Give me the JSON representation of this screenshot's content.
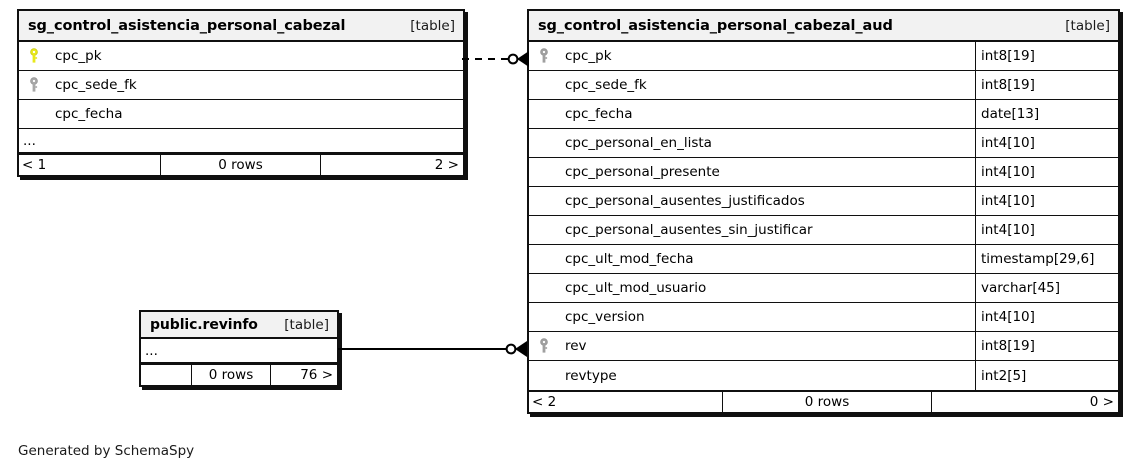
{
  "diagram": {
    "generator_note": "Generated by SchemaSpy",
    "table_tag": "[table]",
    "ellipsis": "...",
    "colors": {
      "primary_key": "#e8e81c",
      "foreign_key": "#a0a0a0",
      "border": "#101010",
      "header_bg": "#f2f2f2",
      "canvas": "#ffffff"
    }
  },
  "tables": {
    "cabezal": {
      "name": "sg_control_asistencia_personal_cabezal",
      "tag": "[table]",
      "columns": [
        {
          "key_icon": "primary-key-icon",
          "name": "cpc_pk",
          "type": ""
        },
        {
          "key_icon": "foreign-key-icon",
          "name": "cpc_sede_fk",
          "type": ""
        },
        {
          "key_icon": "none",
          "name": "cpc_fecha",
          "type": ""
        }
      ],
      "has_ellipsis_row": true,
      "ellipsis": "...",
      "footer": {
        "prev": "< 1",
        "rows": "0 rows",
        "next": "2 >"
      }
    },
    "revinfo": {
      "name": "public.revinfo",
      "tag": "[table]",
      "columns": [],
      "has_ellipsis_row": true,
      "ellipsis": "...",
      "footer": {
        "prev": "",
        "rows": "0 rows",
        "next": "76 >"
      }
    },
    "aud": {
      "name": "sg_control_asistencia_personal_cabezal_aud",
      "tag": "[table]",
      "columns": [
        {
          "key_icon": "foreign-key-icon",
          "name": "cpc_pk",
          "type": "int8[19]"
        },
        {
          "key_icon": "none",
          "name": "cpc_sede_fk",
          "type": "int8[19]"
        },
        {
          "key_icon": "none",
          "name": "cpc_fecha",
          "type": "date[13]"
        },
        {
          "key_icon": "none",
          "name": "cpc_personal_en_lista",
          "type": "int4[10]"
        },
        {
          "key_icon": "none",
          "name": "cpc_personal_presente",
          "type": "int4[10]"
        },
        {
          "key_icon": "none",
          "name": "cpc_personal_ausentes_justificados",
          "type": "int4[10]"
        },
        {
          "key_icon": "none",
          "name": "cpc_personal_ausentes_sin_justificar",
          "type": "int4[10]"
        },
        {
          "key_icon": "none",
          "name": "cpc_ult_mod_fecha",
          "type": "timestamp[29,6]"
        },
        {
          "key_icon": "none",
          "name": "cpc_ult_mod_usuario",
          "type": "varchar[45]"
        },
        {
          "key_icon": "none",
          "name": "cpc_version",
          "type": "int4[10]"
        },
        {
          "key_icon": "foreign-key-icon",
          "name": "rev",
          "type": "int8[19]"
        },
        {
          "key_icon": "none",
          "name": "revtype",
          "type": "int2[5]"
        }
      ],
      "has_ellipsis_row": false,
      "footer": {
        "prev": "< 2",
        "rows": "0 rows",
        "next": "0 >"
      }
    }
  },
  "relationships": [
    {
      "id": "cabezal-to-aud",
      "from": "sg_control_asistencia_personal_cabezal",
      "to": "sg_control_asistencia_personal_cabezal_aud",
      "line_style": "dashed",
      "source_cardinality": "zero-or-one",
      "target_cardinality": "many"
    },
    {
      "id": "revinfo-to-aud",
      "from": "public.revinfo",
      "to": "sg_control_asistencia_personal_cabezal_aud",
      "line_style": "solid",
      "source_cardinality": "zero-or-one",
      "target_cardinality": "many"
    }
  ]
}
